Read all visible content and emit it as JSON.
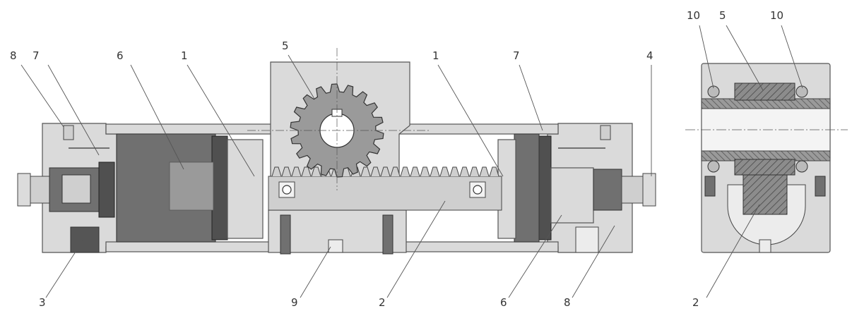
{
  "colors": {
    "housing": "#dadada",
    "housing_edge": "#555555",
    "piston": "#707070",
    "piston_dark": "#505050",
    "rack": "#cfcfcf",
    "gear": "#9a9a9a",
    "steel": "#b8b8b8",
    "hatch": "#777777",
    "background": "#ffffff"
  },
  "labels": {
    "main_top": [
      "8",
      "7",
      "6",
      "1",
      "5",
      "1",
      "7",
      "4"
    ],
    "main_bottom": [
      "3",
      "9",
      "2",
      "6",
      "8"
    ],
    "side_top": [
      "10",
      "5",
      "10"
    ],
    "side_bottom": [
      "2"
    ]
  }
}
